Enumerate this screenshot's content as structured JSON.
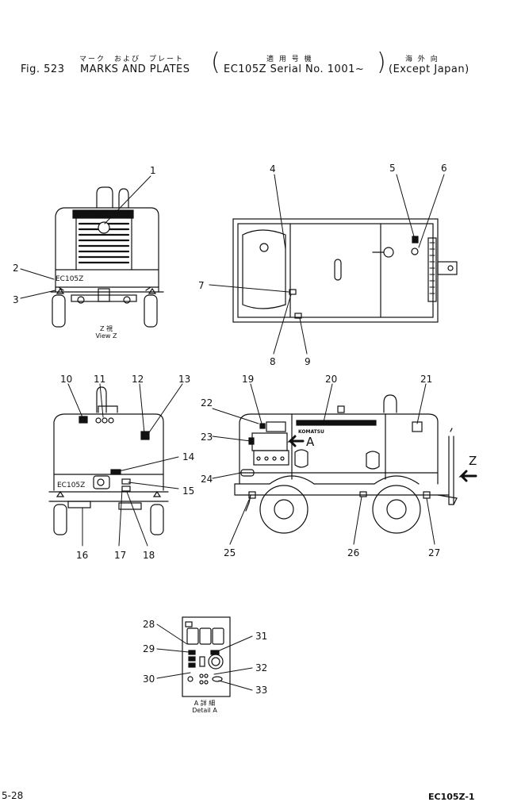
{
  "header": {
    "fig_label": "Fig. 523",
    "title_jp": "マーク　および　プレート",
    "title_en": "MARKS AND PLATES",
    "applicability_jp": "適 用 号 機",
    "applicability_en": "EC105Z Serial No. 1001~",
    "region_jp": "海 外 向",
    "region_en": "(Except Japan)"
  },
  "views": {
    "view_z_jp": "Z 視",
    "view_z_en": "View Z",
    "detail_a_jp": "A 詳 細",
    "detail_a_en": "Detail A",
    "arrow_a": "A",
    "arrow_z": "Z"
  },
  "machine": {
    "model_plate": "EC105Z",
    "brand": "KOMATSU"
  },
  "callouts": [
    "1",
    "2",
    "3",
    "4",
    "5",
    "6",
    "7",
    "8",
    "9",
    "10",
    "11",
    "12",
    "13",
    "14",
    "15",
    "16",
    "17",
    "18",
    "19",
    "20",
    "21",
    "22",
    "23",
    "24",
    "25",
    "26",
    "27",
    "28",
    "29",
    "30",
    "31",
    "32",
    "33"
  ],
  "footer": {
    "page": "5-28",
    "code": "EC105Z-1"
  }
}
